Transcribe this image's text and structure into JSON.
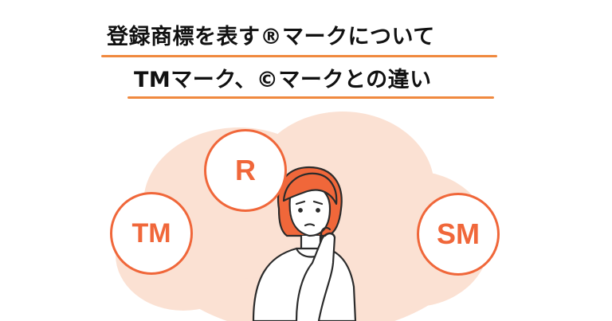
{
  "title": {
    "line1": "登録商標を表す®マークについて",
    "line2": "TMマーク、©マークとの違い"
  },
  "marks": {
    "tm": "TM",
    "r": "R",
    "sm": "SM"
  },
  "colors": {
    "accent": "#f0673a",
    "cloud": "#fbe1d3",
    "underline": "#f0893f",
    "text": "#111111"
  }
}
